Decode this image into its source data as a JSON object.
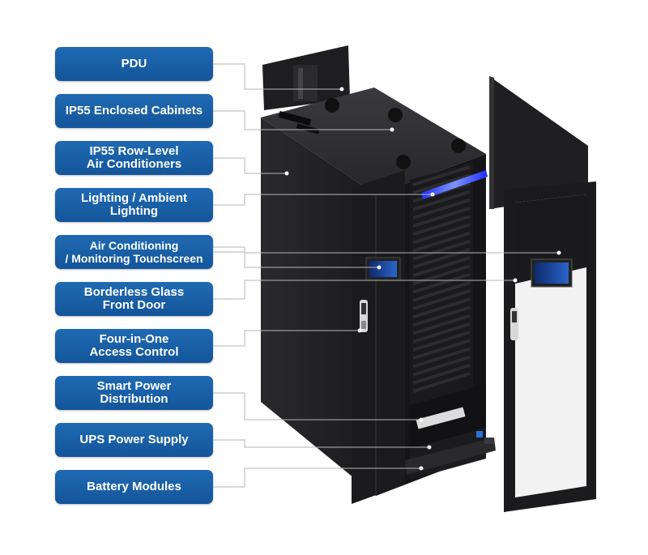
{
  "labels": [
    {
      "id": "pdu",
      "text": "PDU"
    },
    {
      "id": "ip55-enclosed-cabinets",
      "text": "IP55 Enclosed Cabinets"
    },
    {
      "id": "ip55-row-level-air-conditioners",
      "text": "IP55 Row-Level\nAir Conditioners"
    },
    {
      "id": "lighting-ambient-lighting",
      "text": "Lighting / Ambient\nLighting"
    },
    {
      "id": "air-conditioning-monitoring-touchscreen",
      "text": "Air Conditioning\n/ Monitoring Touchscreen"
    },
    {
      "id": "borderless-glass-front-door",
      "text": "Borderless Glass\nFront Door"
    },
    {
      "id": "four-in-one-access-control",
      "text": "Four-in-One\nAccess Control"
    },
    {
      "id": "smart-power-distribution",
      "text": "Smart Power\nDistribution"
    },
    {
      "id": "ups-power-supply",
      "text": "UPS Power Supply"
    },
    {
      "id": "battery-modules",
      "text": "Battery Modules"
    }
  ],
  "colors": {
    "label_bg": "#1a5fa8",
    "label_text": "#ffffff",
    "leader_line": "#b5b5b5",
    "cabinet_dark": "#1c1c1e",
    "ambient_light": "#3b5bff"
  }
}
